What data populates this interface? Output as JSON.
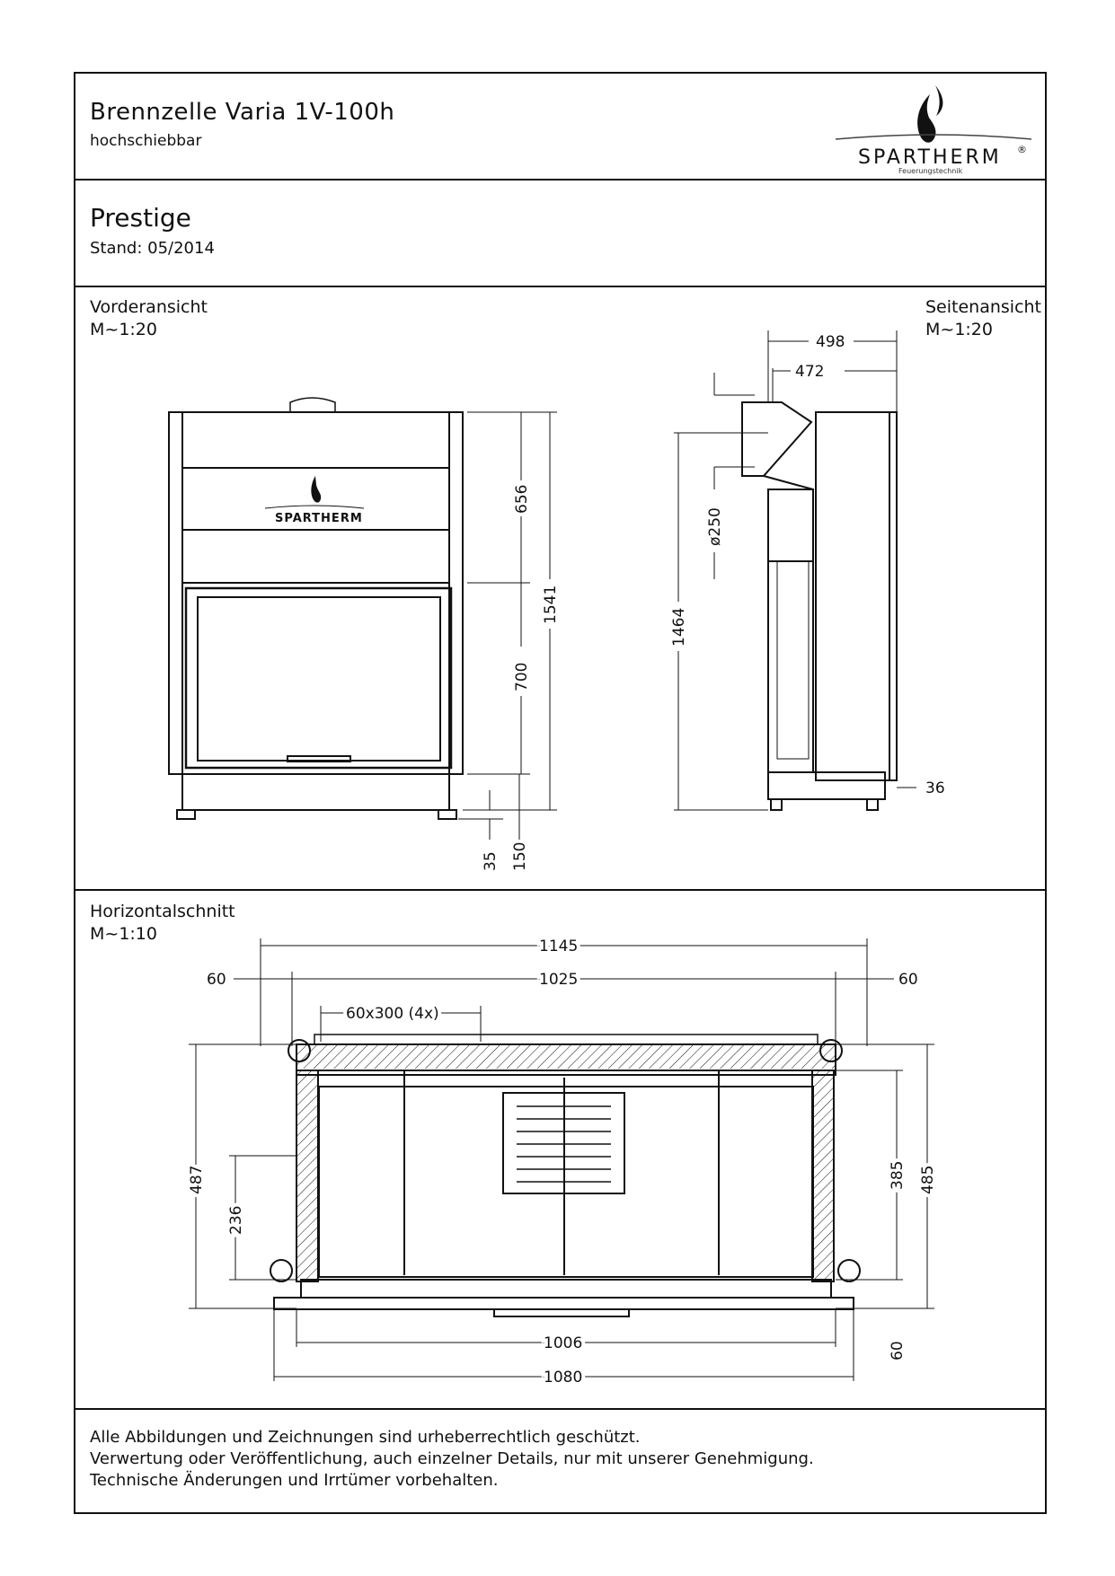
{
  "header": {
    "title": "Brennzelle Varia 1V-100h",
    "subtitle": "hochschiebbar",
    "brand": "SPARTHERM",
    "brand_sub": "Feuerungstechnik",
    "brand_reg": "®"
  },
  "model": {
    "name": "Prestige",
    "stand": "Stand: 05/2014"
  },
  "front_view": {
    "label": "Vorderansicht",
    "scale": "M~1:20",
    "dims": [
      "656",
      "700",
      "1541",
      "35",
      "150"
    ]
  },
  "side_view": {
    "label": "Seitenansicht",
    "scale": "M~1:20",
    "dims": [
      "498",
      "472",
      "ø250",
      "1464",
      "36"
    ]
  },
  "section_view": {
    "label": "Horizontalschnitt",
    "scale": "M~1:10",
    "dims": [
      "1145",
      "60",
      "1025",
      "60",
      "60x300  (4x)",
      "487",
      "236",
      "385",
      "485",
      "1006",
      "1080",
      "60"
    ]
  },
  "footer": {
    "line1": "Alle Abbildungen und Zeichnungen sind urheberrechtlich geschützt.",
    "line2": "Verwertung oder Veröffentlichung, auch einzelner Details, nur mit unserer Genehmigung.",
    "line3": "Technische Änderungen und Irrtümer vorbehalten."
  }
}
